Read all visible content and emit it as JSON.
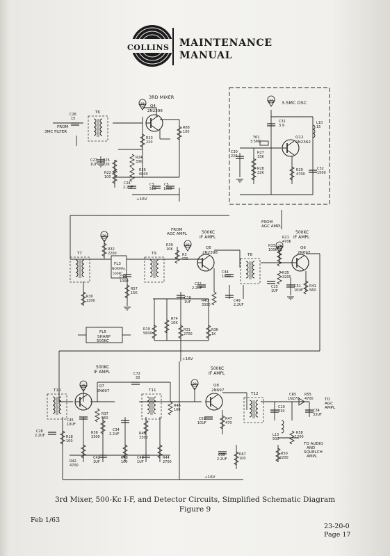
{
  "header": {
    "brand": "COLLINS",
    "title_line1": "MAINTENANCE",
    "title_line2": "MANUAL"
  },
  "labels": {
    "mixer_title": "3RD MIXER",
    "osc_title": "3.5MC OSC",
    "if1_title": "500KC",
    "if1_sub": "IF AMPL",
    "if2_title": "500KC",
    "if2_sub": "IF AMPL",
    "if3_title": "500KC",
    "if3_sub": "IF AMPL",
    "if4_title": "500KC",
    "if4_sub": "IF AMPL",
    "from_3mc_a": "FROM",
    "from_3mc_b": "3MC FILTER",
    "agc1_a": "FROM",
    "agc1_b": "AGC AMPL",
    "agc2_a": "FROM",
    "agc2_b": "AGC AMPL",
    "to_agc_a": "TO",
    "to_agc_b": "AGC",
    "to_agc_c": "AMPL",
    "to_audio_a": "TO AUDIO",
    "to_audio_b": "AND",
    "to_audio_c": "SQUELCH",
    "to_audio_d": "AMPL",
    "plus16v_1": "+16V",
    "plus16v_2": "+16V",
    "plus16v_3": "+16V",
    "tp33": "33",
    "tp34": "34",
    "tp35": "35",
    "tp36": "36",
    "tp37": "37",
    "tp38": "38",
    "tp39": "39",
    "fl3_a": "FL3",
    "fl3_b": "NORMAL",
    "fl3_c": "500KC",
    "fl5_a": "FL5",
    "fl5_b": "SHARP",
    "fl5_c": "500KC"
  },
  "transistors": [
    {
      "ref": "Q4",
      "type": "2N2396"
    },
    {
      "ref": "Q12",
      "type": "2N2362"
    },
    {
      "ref": "Q5",
      "type": "2N2398"
    },
    {
      "ref": "Q6",
      "type": "2N697"
    },
    {
      "ref": "Q7",
      "type": "2N697"
    },
    {
      "ref": "Q8",
      "type": "2N697"
    }
  ],
  "transformers": [
    "T6",
    "T7",
    "T8",
    "T9",
    "T10",
    "T11",
    "T12"
  ],
  "components": {
    "c26": "C26",
    "c26v": "15",
    "r23": "R23",
    "r23v": "220",
    "r68": "R68",
    "r68v": "100",
    "c27": "C27",
    "c27v": "1UF",
    "r25": "R25",
    "r25v": "22K",
    "r24": "R24",
    "r24v": "33K",
    "r22": "R22",
    "r22v": "100",
    "r26": "R26",
    "r26v": "6800",
    "c24": "C24",
    "c24v": "2.2UF",
    "c3": "C3",
    "c3v": "510",
    "c5": "C5",
    "c5v": "1000",
    "c31": "C31",
    "c31v": "3.9",
    "l10": "L10",
    "l10v": "15",
    "y61": "Y61",
    "y61v": "3.5MC",
    "c30": "C30",
    "c30v": "220",
    "r27": "R27",
    "r27v": "33K",
    "r28": "R28",
    "r28v": "22K",
    "r29": "R29",
    "r29v": "4700",
    "c32": "C32",
    "c32v": "1500",
    "r32": "R32",
    "r32v": "2200",
    "r30": "R30",
    "r30v": "2200",
    "c33": "C33",
    "c33v": "1000",
    "r57": "R57",
    "r57v": "15K",
    "r39": "R39",
    "r39v": "10K",
    "r3": "R3",
    "r3v": "470",
    "c44": "C44",
    "c44v": "1000",
    "c22": "C22",
    "c22v": "2.2UF",
    "c18": "C18",
    "c18v": "1UF",
    "r74": "R74",
    "r74v": "10K",
    "r40": "R40",
    "r40v": "3300",
    "c49": "C49",
    "c49v": "2.2UF",
    "r19": "R19",
    "r19v": "5600",
    "r31": "R31",
    "r31v": "2700",
    "r36": "R36",
    "r36v": "1K",
    "r33": "R33",
    "r33v": "100K",
    "r21": "R21",
    "r21v": "470K",
    "r35": "R35",
    "r35v": "2200",
    "c25": "C25",
    "c25v": "1UF",
    "c51": "C51",
    "c51v": "10UF",
    "r41": "R41",
    "r41v": "560",
    "c72": "C72",
    "c72v": "33",
    "c45": "C45",
    "c45v": "10UF",
    "r37": "R37",
    "r37v": "560",
    "r56": "R56",
    "r56v": "3300",
    "c34": "C34",
    "c34v": "2.2UF",
    "r46": "R46",
    "r46v": "100",
    "r43": "R43",
    "r43v": "3300",
    "c28": "C28",
    "c28v": "2.2UF",
    "r18": "R18",
    "r18v": "100",
    "r42": "R42",
    "r42v": "4700",
    "c42": "C42",
    "c42v": "1UF",
    "r48": "R48",
    "r48v": "100",
    "c48": "C48",
    "c48v": "1UF",
    "r44": "R44",
    "r44v": "2700",
    "c50": "C50",
    "c50v": "10UF",
    "r47": "R47",
    "r47v": "470",
    "c35": "C35",
    "c35v": "2.2UF",
    "r67": "R67",
    "r67v": "100",
    "cr5": "CR5",
    "cr5v": "1N270",
    "r55": "R55",
    "r55v": "4700",
    "c10": "C10",
    "c10v": "330",
    "c34b": "C34",
    "c34bv": "33UF",
    "l13": "L13",
    "l13v": "500",
    "r58": "R58",
    "r58v": "1200",
    "r50": "R50",
    "r50v": "2200"
  },
  "caption": {
    "line1": "3rd Mixer, 500-Kc I-F, and Detector Circuits, Simplified Schematic Diagram",
    "line2": "Figure 9"
  },
  "footer": {
    "date": "Feb 1/63",
    "number": "23-20-0",
    "page": "Page 17"
  }
}
